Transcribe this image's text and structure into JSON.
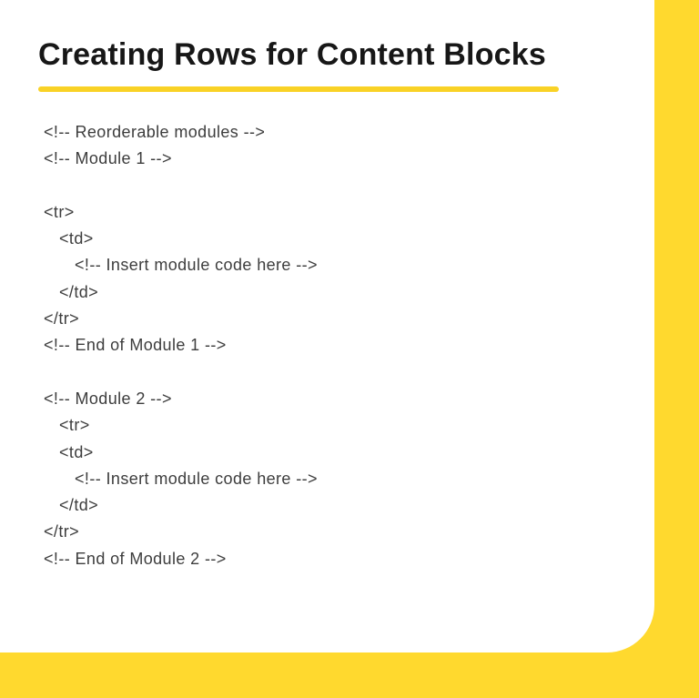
{
  "page": {
    "title": "Creating Rows for Content Blocks"
  },
  "colors": {
    "background_yellow": "#FFD92E",
    "underline_yellow": "#F9D226",
    "card_white": "#FFFFFF",
    "title_black": "#171717",
    "code_gray": "#3D3D3D"
  },
  "code_block": {
    "lines": [
      {
        "text": "<!-- Reorderable modules -->",
        "indent": 0
      },
      {
        "text": "<!-- Module 1 -->",
        "indent": 0
      },
      {
        "text": "",
        "indent": 0
      },
      {
        "text": "<tr>",
        "indent": 0
      },
      {
        "text": "<td>",
        "indent": 1
      },
      {
        "text": "<!-- Insert module code here -->",
        "indent": 2
      },
      {
        "text": "</td>",
        "indent": 1
      },
      {
        "text": "</tr>",
        "indent": 0
      },
      {
        "text": "<!-- End of Module 1 -->",
        "indent": 0
      },
      {
        "text": "",
        "indent": 0
      },
      {
        "text": "<!-- Module 2 -->",
        "indent": 0
      },
      {
        "text": "<tr>",
        "indent": 1
      },
      {
        "text": "<td>",
        "indent": 1
      },
      {
        "text": "<!-- Insert module code here -->",
        "indent": 2
      },
      {
        "text": "</td>",
        "indent": 1
      },
      {
        "text": "</tr>",
        "indent": 0
      },
      {
        "text": "<!-- End of Module 2 -->",
        "indent": 0
      }
    ]
  }
}
